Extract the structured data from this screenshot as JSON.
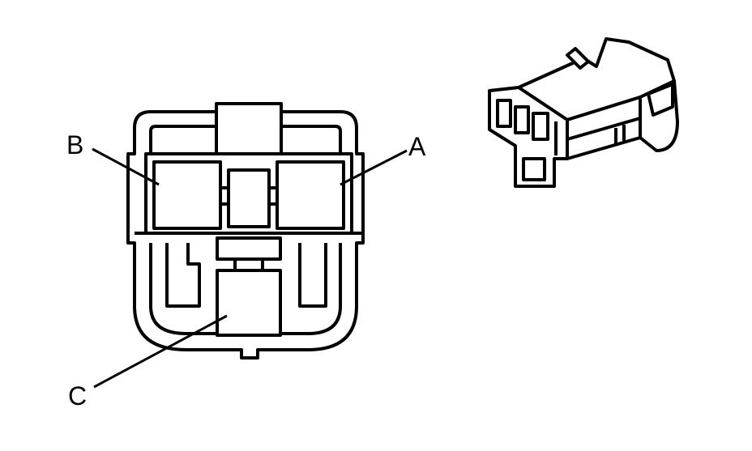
{
  "diagram": {
    "labels": {
      "a": "A",
      "b": "B",
      "c": "C"
    },
    "colors": {
      "stroke": "#000000",
      "fill": "#ffffff"
    }
  }
}
